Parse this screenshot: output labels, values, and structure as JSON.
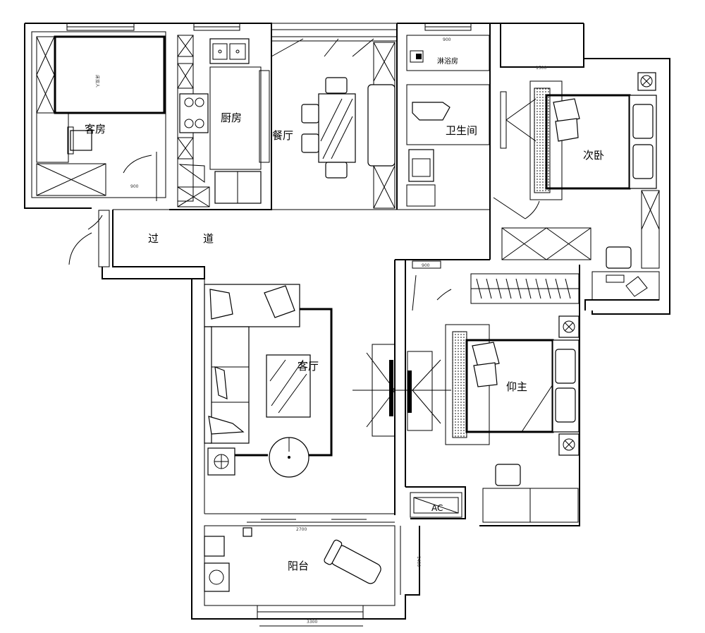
{
  "rooms": {
    "guest_room": "客房",
    "guest_room_door": "客房",
    "kitchen": "厨房",
    "dining": "餐厅",
    "bathroom": "卫生间",
    "shower": "淋浴房",
    "second_bedroom": "次卧",
    "corridor_a": "过",
    "corridor_b": "道",
    "living_room": "客厅",
    "master_bedroom": "仰主",
    "balcony": "阳台",
    "bed_label": "床双人"
  },
  "fixtures": {
    "air_conditioner": "AC"
  }
}
